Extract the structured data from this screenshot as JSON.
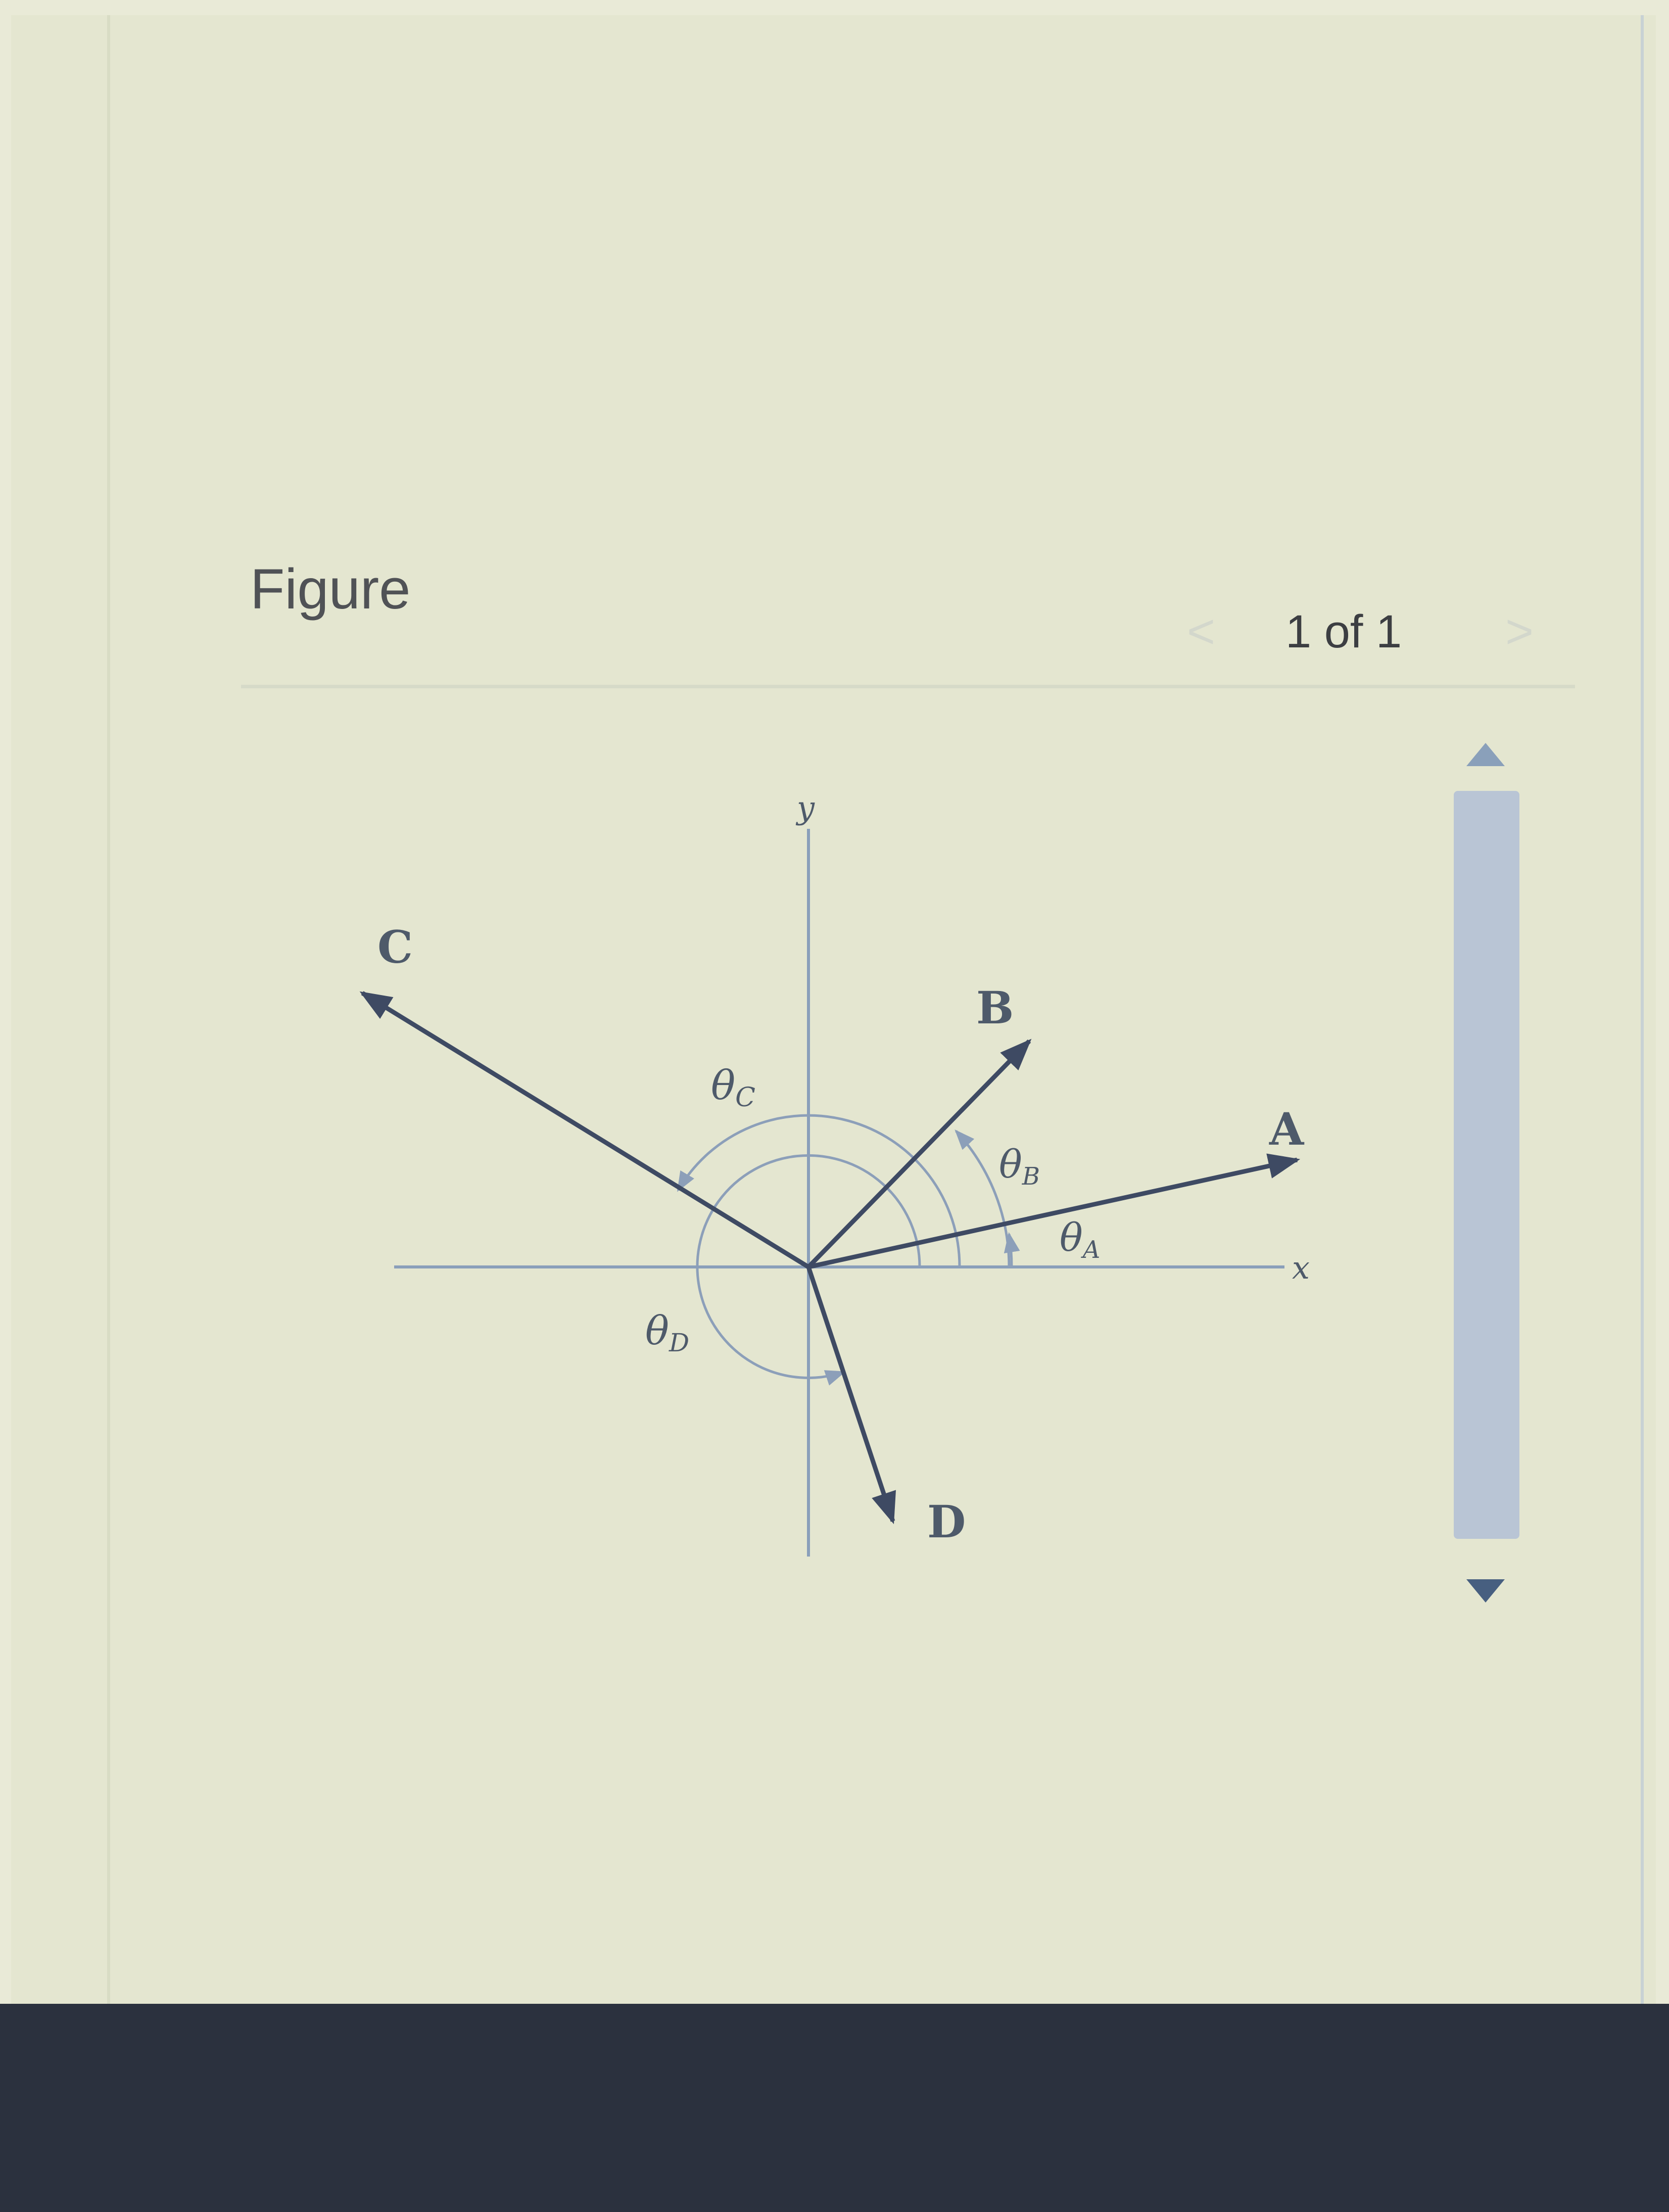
{
  "panel": {
    "title": "Figure",
    "pager": {
      "prev_glyph": "<",
      "counter": "1 of 1",
      "next_glyph": ">"
    }
  },
  "figure": {
    "axis_labels": {
      "x": "x",
      "y": "y"
    },
    "vector_labels": {
      "A": "A",
      "B": "B",
      "C": "C",
      "D": "D"
    },
    "angle_labels": {
      "A": {
        "symbol": "θ",
        "sub": "A"
      },
      "B": {
        "symbol": "θ",
        "sub": "B"
      },
      "C": {
        "symbol": "θ",
        "sub": "C"
      },
      "D": {
        "symbol": "θ",
        "sub": "D"
      }
    }
  },
  "colors": {
    "page_background": "#e4e6d0",
    "axis_line": "#8a9fba",
    "vector_line": "#3e4a63",
    "arc_line": "#8c9fb9",
    "scrollbar_thumb": "#b9c5d5",
    "bezel": "#2b313e"
  }
}
